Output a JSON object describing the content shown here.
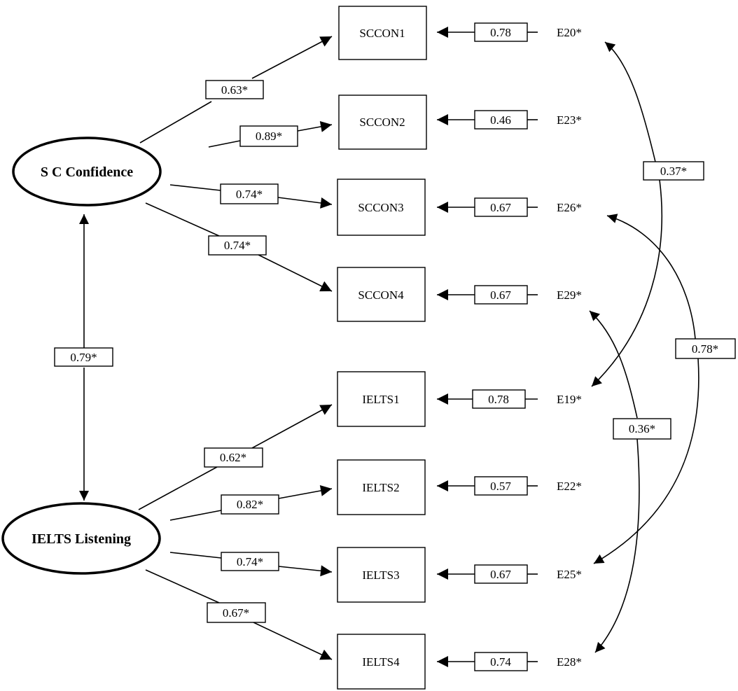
{
  "latents": [
    {
      "id": "sc",
      "label": "S C Confidence"
    },
    {
      "id": "ielts",
      "label": "IELTS Listening"
    }
  ],
  "observed": [
    {
      "id": "SCCON1",
      "label": "SCCON1"
    },
    {
      "id": "SCCON2",
      "label": "SCCON2"
    },
    {
      "id": "SCCON3",
      "label": "SCCON3"
    },
    {
      "id": "SCCON4",
      "label": "SCCON4"
    },
    {
      "id": "IELTS1",
      "label": "IELTS1"
    },
    {
      "id": "IELTS2",
      "label": "IELTS2"
    },
    {
      "id": "IELTS3",
      "label": "IELTS3"
    },
    {
      "id": "IELTS4",
      "label": "IELTS4"
    }
  ],
  "loadings": [
    {
      "from": "sc",
      "to": "SCCON1",
      "value": "0.63*"
    },
    {
      "from": "sc",
      "to": "SCCON2",
      "value": "0.89*"
    },
    {
      "from": "sc",
      "to": "SCCON3",
      "value": "0.74*"
    },
    {
      "from": "sc",
      "to": "SCCON4",
      "value": "0.74*"
    },
    {
      "from": "ielts",
      "to": "IELTS1",
      "value": "0.62*"
    },
    {
      "from": "ielts",
      "to": "IELTS2",
      "value": "0.82*"
    },
    {
      "from": "ielts",
      "to": "IELTS3",
      "value": "0.74*"
    },
    {
      "from": "ielts",
      "to": "IELTS4",
      "value": "0.67*"
    }
  ],
  "errors": [
    {
      "id": "E20",
      "label": "E20*",
      "target": "SCCON1",
      "value": "0.78"
    },
    {
      "id": "E23",
      "label": "E23*",
      "target": "SCCON2",
      "value": "0.46"
    },
    {
      "id": "E26",
      "label": "E26*",
      "target": "SCCON3",
      "value": "0.67"
    },
    {
      "id": "E29",
      "label": "E29*",
      "target": "SCCON4",
      "value": "0.67"
    },
    {
      "id": "E19",
      "label": "E19*",
      "target": "IELTS1",
      "value": "0.78"
    },
    {
      "id": "E22",
      "label": "E22*",
      "target": "IELTS2",
      "value": "0.57"
    },
    {
      "id": "E25",
      "label": "E25*",
      "target": "IELTS3",
      "value": "0.67"
    },
    {
      "id": "E28",
      "label": "E28*",
      "target": "IELTS4",
      "value": "0.74"
    }
  ],
  "latent_correlation": {
    "from": "sc",
    "to": "ielts",
    "value": "0.79*"
  },
  "error_covariances": [
    {
      "from": "E20",
      "to": "E19",
      "value": "0.37*"
    },
    {
      "from": "E26",
      "to": "E25",
      "value": "0.78*"
    },
    {
      "from": "E29",
      "to": "E28",
      "value": "0.36*"
    }
  ]
}
